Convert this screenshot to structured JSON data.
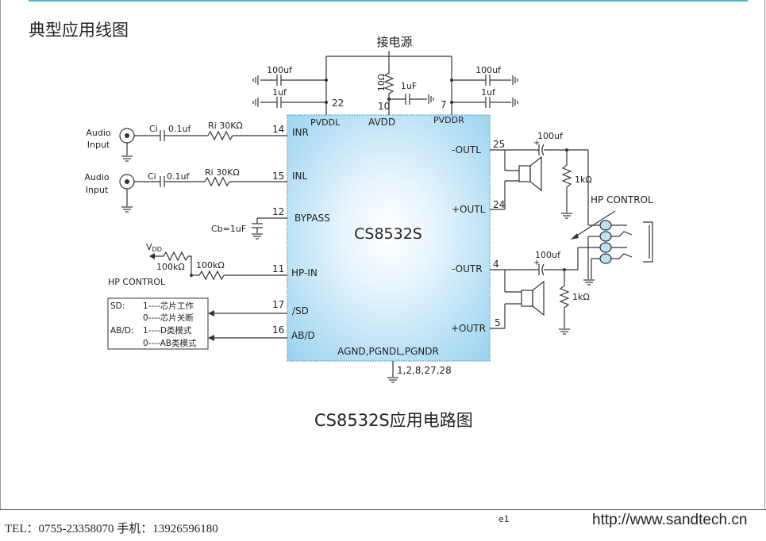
{
  "section_title": "典型应用线图",
  "caption": "CS8532S应用电路图",
  "chip": {
    "name": "CS8532S"
  },
  "power": {
    "label": "接电源"
  },
  "pins": {
    "pvddl": "PVDDL",
    "avdd": "AVDD",
    "pvddr": "PVDDR",
    "p22": "22",
    "p10": "10",
    "p7": "7",
    "inr": "INR",
    "p14": "14",
    "inl": "INL",
    "p15": "15",
    "bypass": "BYPASS",
    "p12": "12",
    "hpin": "HP-IN",
    "p11": "11",
    "sd": "/SD",
    "p17": "17",
    "abd": "AB/D",
    "p16": "16",
    "outl_neg": "-OUTL",
    "p25": "25",
    "outl_pos": "+OUTL",
    "p24": "24",
    "outr_neg": "-OUTR",
    "p4": "4",
    "outr_pos": "+OUTR",
    "p5": "5",
    "gnd": "AGND,PGNDL,PGNDR",
    "gnd_pins": "1,2,8,27,28"
  },
  "components": {
    "cap_100uf": "100uf",
    "cap_1uf": "1uf",
    "res_10": "10Ω",
    "cap_1uF": "1uF",
    "ci": "Ci",
    "ci_val": "0.1uf",
    "ri": "Ri  30KΩ",
    "cb": "Cb=1uF",
    "vdd_v": "V",
    "vdd_sub": "DD",
    "r100k": "100kΩ",
    "r1k": "1kΩ",
    "audio_input_1": "Audio",
    "audio_input_2": "Input"
  },
  "hp_control": "HP CONTROL",
  "mode_table": {
    "sd_label": "SD:",
    "sd_1": "1----芯片工作",
    "sd_0": "0----芯片关断",
    "abd_label": "AB/D:",
    "abd_1": "1----D类模式",
    "abd_0": "0----AB类模式"
  },
  "footer": {
    "tel": "TEL：0755-23358070    手机：13926596180",
    "page": "e1",
    "url": "http://www.sandtech.cn"
  },
  "colors": {
    "chip_glow": "#ffffff",
    "chip_edge": "#9dd3ef",
    "accent_line": "#4bb8c4"
  }
}
